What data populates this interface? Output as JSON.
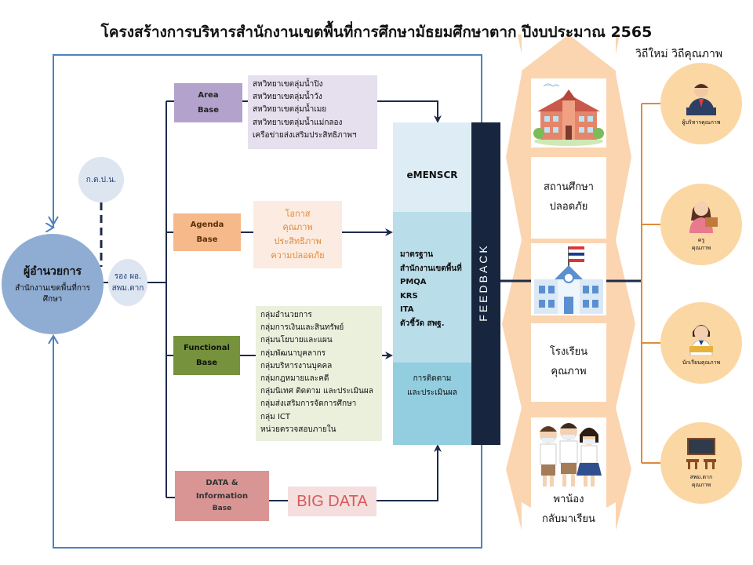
{
  "title": "โครงสร้างการบริหารสำนักงานเขตพื้นที่การศึกษามัธยมศึกษาตาก ปีงบประมาณ 2565",
  "director": {
    "title": "ผู้อำนวยการ",
    "subtitle": "สำนักงานเขตพื้นที่การศึกษา"
  },
  "committee": {
    "label": "ก.ต.ป.น."
  },
  "deputy": {
    "line1": "รอง ผอ.",
    "line2": "สพม.ตาก"
  },
  "area_base": {
    "line1": "Area",
    "line2": "Base",
    "items": [
      "สหวิทยาเขตลุ่มน้ำปิง",
      "สหวิทยาเขตลุ่มน้ำวัง",
      "สหวิทยาเขตลุ่มน้ำเมย",
      "สหวิทยาเขตลุ่มน้ำแม่กลอง",
      "เครือข่ายส่งเสริมประสิทธิภาพฯ"
    ]
  },
  "agenda_base": {
    "line1": "Agenda",
    "line2": "Base",
    "items": [
      "โอกาส",
      "คุณภาพ",
      "ประสิทธิภาพ",
      "ความปลอดภัย"
    ]
  },
  "functional_base": {
    "line1": "Functional",
    "line2": "Base",
    "items": [
      "กลุ่มอำนวยการ",
      "กลุ่มการเงินและสินทรัพย์",
      "กลุ่มนโยบายและแผน",
      "กลุ่มพัฒนาบุคลากร",
      "กลุ่มบริหารงานบุคคล",
      "กลุ่มกฎหมายและคดี",
      "กลุ่มนิเทศ ติดตาม และประเมินผล",
      "กลุ่มส่งเสริมการจัดการศึกษา",
      "กลุ่ม ICT",
      "หน่วยตรวจสอบภายใน"
    ]
  },
  "data_base": {
    "line1": "DATA &",
    "line2": "Information",
    "line3": "Base",
    "big_data": "BIG DATA"
  },
  "center": {
    "top": "eMENSCR",
    "middle": [
      "มาตรฐาน",
      "สำนักงานเขตพื้นที่",
      "PMQA",
      "KRS",
      "ITA",
      "ตัวชี้วัด สพฐ."
    ],
    "bottom": [
      "การติดตาม",
      "และประเมินผล"
    ],
    "feedback": "FEEDBACK"
  },
  "panels": [
    {
      "line1": "สถานศึกษา",
      "line2": "ปลอดภัย"
    },
    {
      "line1": "โรงเรียน",
      "line2": "คุณภาพ"
    },
    {
      "line1": "พาน้อง",
      "line2": "กลับมาเรียน"
    }
  ],
  "right_header": "วิถีใหม่  วิถีคุณภาพ",
  "right_circles": [
    {
      "line1": "ผู้บริหารคุณภาพ",
      "line2": "",
      "icon": "administrator-icon"
    },
    {
      "line1": "ครู",
      "line2": "คุณภาพ",
      "icon": "teacher-icon"
    },
    {
      "line1": "นักเรียนคุณภาพ",
      "line2": "",
      "icon": "student-icon"
    },
    {
      "line1": "สพม.ตาก",
      "line2": "คุณภาพ",
      "icon": "office-icon"
    }
  ],
  "colors": {
    "area": "#b3a3cc",
    "agenda": "#f6b98a",
    "functional": "#76923c",
    "data": "#d99594",
    "frame_blue": "#4f81bd",
    "feedback_bar": "#17253f",
    "orange": "#e08a3c"
  }
}
